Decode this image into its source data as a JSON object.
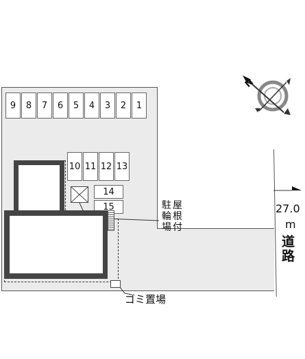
{
  "parking_top_row": [
    "9",
    "8",
    "7",
    "6",
    "5",
    "4",
    "3",
    "2",
    "1"
  ],
  "parking_mid_row": [
    "10",
    "11",
    "12",
    "13"
  ],
  "parking_small": [
    "14",
    "15"
  ],
  "bicycle_parking_label": [
    "駐",
    "輪",
    "場",
    "屋",
    "根",
    "付"
  ],
  "garbage_label": "ゴミ置場",
  "road_width": "27.0",
  "road_unit": "m",
  "road_label": [
    "道",
    "路"
  ],
  "compass_icon": "north-arrow-compass"
}
